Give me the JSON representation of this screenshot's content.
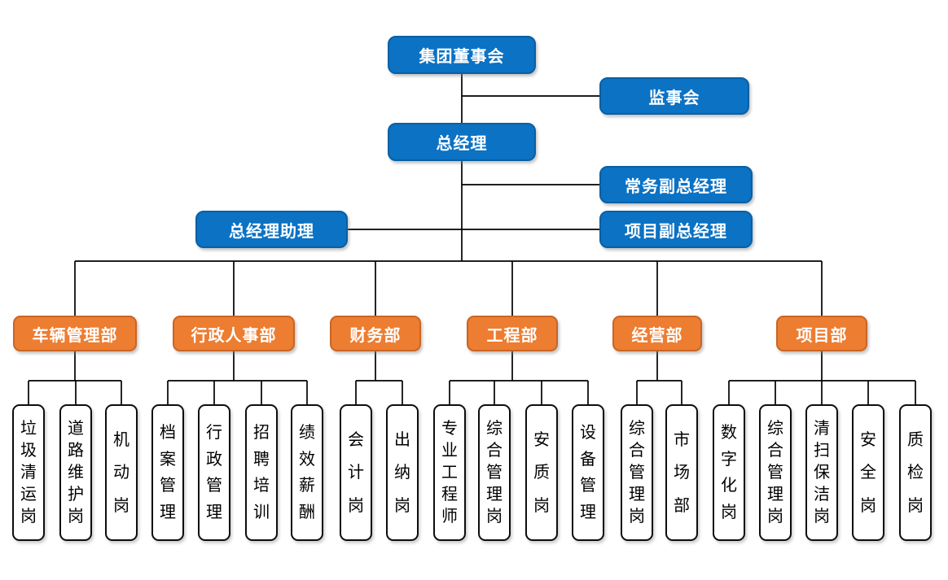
{
  "colors": {
    "node_blue": "#0b72c4",
    "node_blue_border": "#0a5fa3",
    "node_orange": "#ED7D31",
    "node_orange_border": "#c96526",
    "connector_line": "#000000",
    "position_border": "#0d0d0d"
  },
  "executives": [
    {
      "id": "board",
      "label": "集团董事会"
    },
    {
      "id": "supervisory",
      "label": "监事会"
    },
    {
      "id": "gm",
      "label": "总经理"
    },
    {
      "id": "exec-deputy-gm",
      "label": "常务副总经理"
    },
    {
      "id": "gm-assistant",
      "label": "总经理助理"
    },
    {
      "id": "project-deputy-gm",
      "label": "项目副总经理"
    }
  ],
  "departments": [
    {
      "id": "vehicle-management",
      "label": "车辆管理部",
      "children": [
        "垃圾清运岗",
        "道路维护岗",
        "机动岗"
      ]
    },
    {
      "id": "admin-hr",
      "label": "行政人事部",
      "children": [
        "档案管理",
        "行政管理",
        "招聘培训",
        "绩效薪酬"
      ]
    },
    {
      "id": "finance",
      "label": "财务部",
      "children": [
        "会计岗",
        "出纳岗"
      ]
    },
    {
      "id": "engineering",
      "label": "工程部",
      "children": [
        "专业工程师",
        "综合管理岗",
        "安质岗",
        "设备管理"
      ]
    },
    {
      "id": "operations",
      "label": "经营部",
      "children": [
        "综合管理岗",
        "市场部"
      ]
    },
    {
      "id": "project",
      "label": "项目部",
      "children": [
        "数字化岗",
        "综合管理岗",
        "清扫保洁岗",
        "安全岗",
        "质检岗"
      ]
    }
  ]
}
